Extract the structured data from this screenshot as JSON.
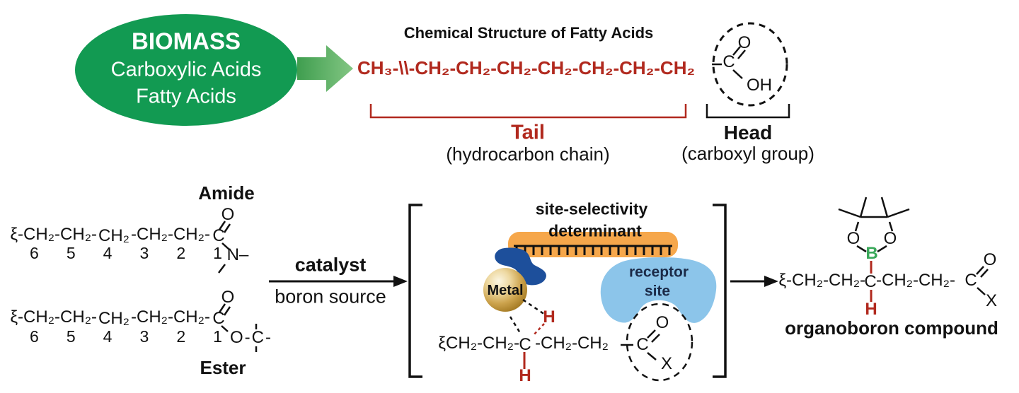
{
  "colors": {
    "red": "#b1291e",
    "biomass_green": "#129a52",
    "arrow_green": "#5fb364",
    "orange": "#f6a74b",
    "dark_blue": "#1d4f9b",
    "light_blue": "#8cc5ea",
    "navy_text": "#1b2a47",
    "boron_green": "#3aa85a",
    "metal_gold": "#cda44e",
    "black": "#111111"
  },
  "biomass": {
    "title": "BIOMASS",
    "line1": "Carboxylic Acids",
    "line2": "Fatty Acids"
  },
  "fatty": {
    "title": "Chemical Structure of Fatty Acids",
    "chain": "CH₃-\\\\-CH₂-CH₂-CH₂-CH₂-CH₂-CH₂-CH₂",
    "head_c": "C",
    "head_o": "O",
    "head_oh": "OH",
    "tail_label": "Tail",
    "tail_caption": "(hydrocarbon chain)",
    "head_label": "Head",
    "head_caption": "(carboxyl group)"
  },
  "amide": {
    "label": "Amide",
    "prefix": "ξ-CH₂-CH₂-",
    "red": "CH₂",
    "suffix": "-CH₂-CH₂-",
    "carbon": "C",
    "oxygen": "O",
    "nitrogen": "N–",
    "numbers": [
      "6",
      "5",
      "4",
      "3",
      "2",
      "1"
    ]
  },
  "ester": {
    "label": "Ester",
    "prefix": "ξ-CH₂-CH₂-",
    "red": "CH₂",
    "suffix": "-CH₂-CH₂-",
    "carbon": "C",
    "oxygen": "O",
    "ester_link": "O-C-",
    "numbers": [
      "6",
      "5",
      "4",
      "3",
      "2",
      "1"
    ]
  },
  "reaction": {
    "top": "catalyst",
    "bottom": "boron source"
  },
  "intermediate": {
    "det1": "site-selectivity",
    "det2": "determinant",
    "metal": "Metal",
    "rec1": "receptor",
    "rec2": "site",
    "prefix": "ξCH₂-CH₂-",
    "red_c": "C",
    "suffix": "-CH₂-CH₂",
    "h_top": "H",
    "h_bottom": "H",
    "carbon": "C",
    "oxygen": "O",
    "x": "X"
  },
  "product": {
    "label": "organoboron compound",
    "prefix": "ξ-CH₂-CH₂-",
    "red_c": "C",
    "suffix": "-CH₂-CH₂-",
    "carbon": "C",
    "oxygen": "O",
    "x": "X",
    "boron": "B",
    "hydrogen": "H",
    "ring_o_left": "O",
    "ring_o_right": "O"
  }
}
